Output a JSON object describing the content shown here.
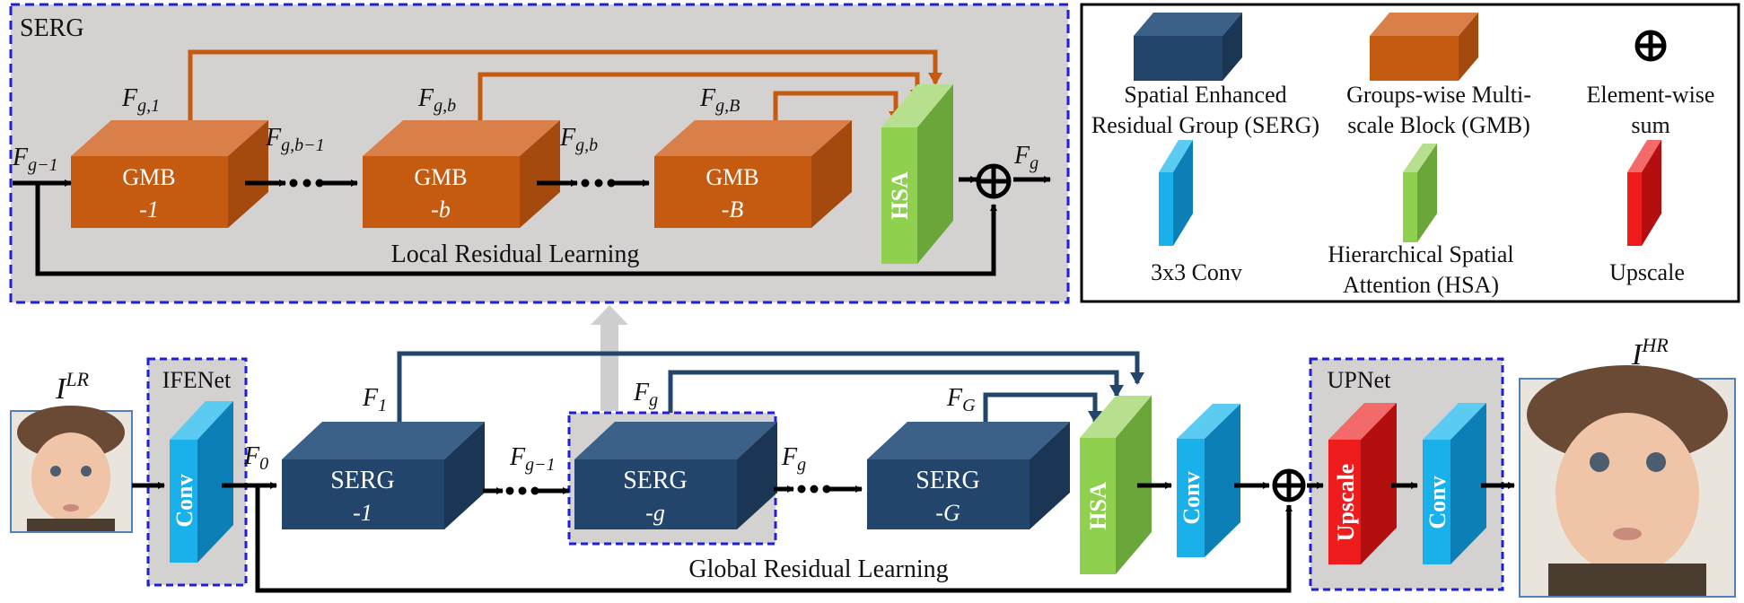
{
  "serg_panel": {
    "title": "SERG",
    "inputs": {
      "f_g_minus_1": "F",
      "f_g_minus_1_sub": "g−1",
      "f_g_1": "F",
      "f_g_1_sub": "g,1",
      "f_g_b_minus_1": "F",
      "f_g_b_minus_1_sub": "g,b−1",
      "f_g_b_top": "F",
      "f_g_b_top_sub": "g,b",
      "f_g_b_right": "F",
      "f_g_b_right_sub": "g,b",
      "f_g_B": "F",
      "f_g_B_sub": "g,B",
      "f_g_out": "F",
      "f_g_out_sub": "g"
    },
    "gmb_blocks": [
      {
        "name": "GMB",
        "index": "-1"
      },
      {
        "name": "GMB",
        "index": "-b"
      },
      {
        "name": "GMB",
        "index": "-B"
      }
    ],
    "hsa_label": "HSA",
    "residual_label": "Local Residual Learning"
  },
  "legend": {
    "items": [
      {
        "label_line1": "Spatial Enhanced",
        "label_line2": "Residual Group (SERG)"
      },
      {
        "label_line1": "Groups-wise Multi-",
        "label_line2": "scale Block (GMB)"
      },
      {
        "label_line1": "Element-wise",
        "label_line2": "sum"
      },
      {
        "label_line1": "3x3 Conv",
        "label_line2": ""
      },
      {
        "label_line1": "Hierarchical Spatial",
        "label_line2": "Attention (HSA)"
      },
      {
        "label_line1": "Upscale",
        "label_line2": ""
      }
    ],
    "sum_symbol": "⊕"
  },
  "main": {
    "input_label": "I",
    "input_sup": "LR",
    "output_label": "I",
    "output_sup": "HR",
    "ifenet_title": "IFENet",
    "upnet_title": "UPNet",
    "conv_label": "Conv",
    "upscale_label": "Upscale",
    "hsa_label": "HSA",
    "f0": "F",
    "f0_sub": "0",
    "f1": "F",
    "f1_sub": "1",
    "fg_top": "F",
    "fg_top_sub": "g",
    "fG": "F",
    "fG_sub": "G",
    "fg_minus_1": "F",
    "fg_minus_1_sub": "g−1",
    "fg_right": "F",
    "fg_right_sub": "g",
    "serg_blocks": [
      {
        "name": "SERG",
        "index": "-1"
      },
      {
        "name": "SERG",
        "index": "-g"
      },
      {
        "name": "SERG",
        "index": "-G"
      }
    ],
    "residual_label": "Global Residual Learning"
  },
  "colors": {
    "gmb_front": "#c55a11",
    "gmb_top": "#d9804a",
    "gmb_side": "#a44a0e",
    "serg_front": "#24456b",
    "serg_top": "#3c6189",
    "serg_side": "#1b3654",
    "conv_front": "#1ab0ea",
    "conv_side": "#0c7fb6",
    "hsa_front": "#8fd14f",
    "hsa_side": "#6aa63a",
    "upscale_front": "#ee1c1c",
    "upscale_side": "#b30f0f",
    "panel_bg": "#d4d1d1",
    "dashed_border": "#1f1fd6",
    "orange_arrow": "#c55a11",
    "blue_arrow": "#24456b"
  }
}
